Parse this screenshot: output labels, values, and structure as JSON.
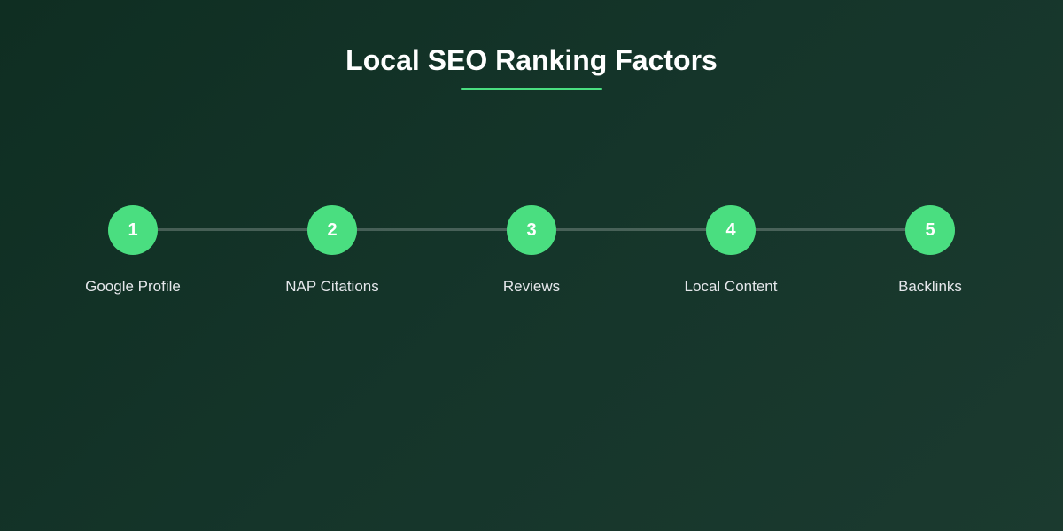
{
  "title": "Local SEO Ranking Factors",
  "colors": {
    "accent": "#4ade80",
    "background": "#0f2e22",
    "text": "#ffffff",
    "label": "#e5e7eb"
  },
  "steps": [
    {
      "number": "1",
      "label": "Google Profile"
    },
    {
      "number": "2",
      "label": "NAP Citations"
    },
    {
      "number": "3",
      "label": "Reviews"
    },
    {
      "number": "4",
      "label": "Local Content"
    },
    {
      "number": "5",
      "label": "Backlinks"
    }
  ]
}
